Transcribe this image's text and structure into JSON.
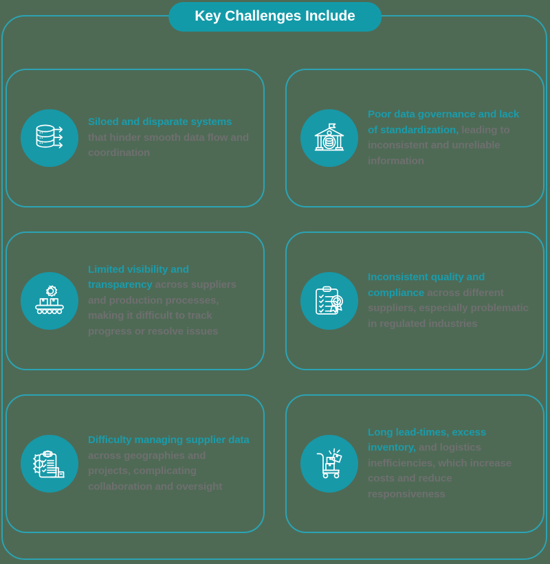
{
  "header": {
    "title": "Key Challenges Include"
  },
  "theme": {
    "accent": "#139aa8",
    "border": "#2ba4b4",
    "icon_circle": "#1799a8",
    "highlight_text": "#1a9cab",
    "body_text": "#6f6f6f",
    "background": "#4e6a55",
    "pill_text": "#ffffff"
  },
  "cards": [
    {
      "icon": "database-stack-arrows-icon",
      "highlight": "Siloed and disparate systems",
      "rest": " that hinder smooth data flow and coordination"
    },
    {
      "icon": "government-building-data-icon",
      "highlight": "Poor data governance and lack of standardization,",
      "rest": " leading to inconsistent and unreliable information"
    },
    {
      "icon": "conveyor-belt-gear-icon",
      "highlight": "Limited visibility and transparency",
      "rest": " across suppliers and production processes, making it difficult to track progress or resolve issues"
    },
    {
      "icon": "clipboard-award-ribbon-icon",
      "highlight": "Inconsistent quality and compliance",
      "rest": " across different suppliers, especially problematic in regulated industries"
    },
    {
      "icon": "clipboard-gear-building-icon",
      "highlight": "Difficulty managing supplier data",
      "rest": " across geographies and projects, complicating collaboration and oversight"
    },
    {
      "icon": "hand-truck-boxes-icon",
      "highlight": "Long lead-times, excess inventory,",
      "rest": " and logistics inefficiencies, which increase costs and reduce responsiveness"
    }
  ]
}
